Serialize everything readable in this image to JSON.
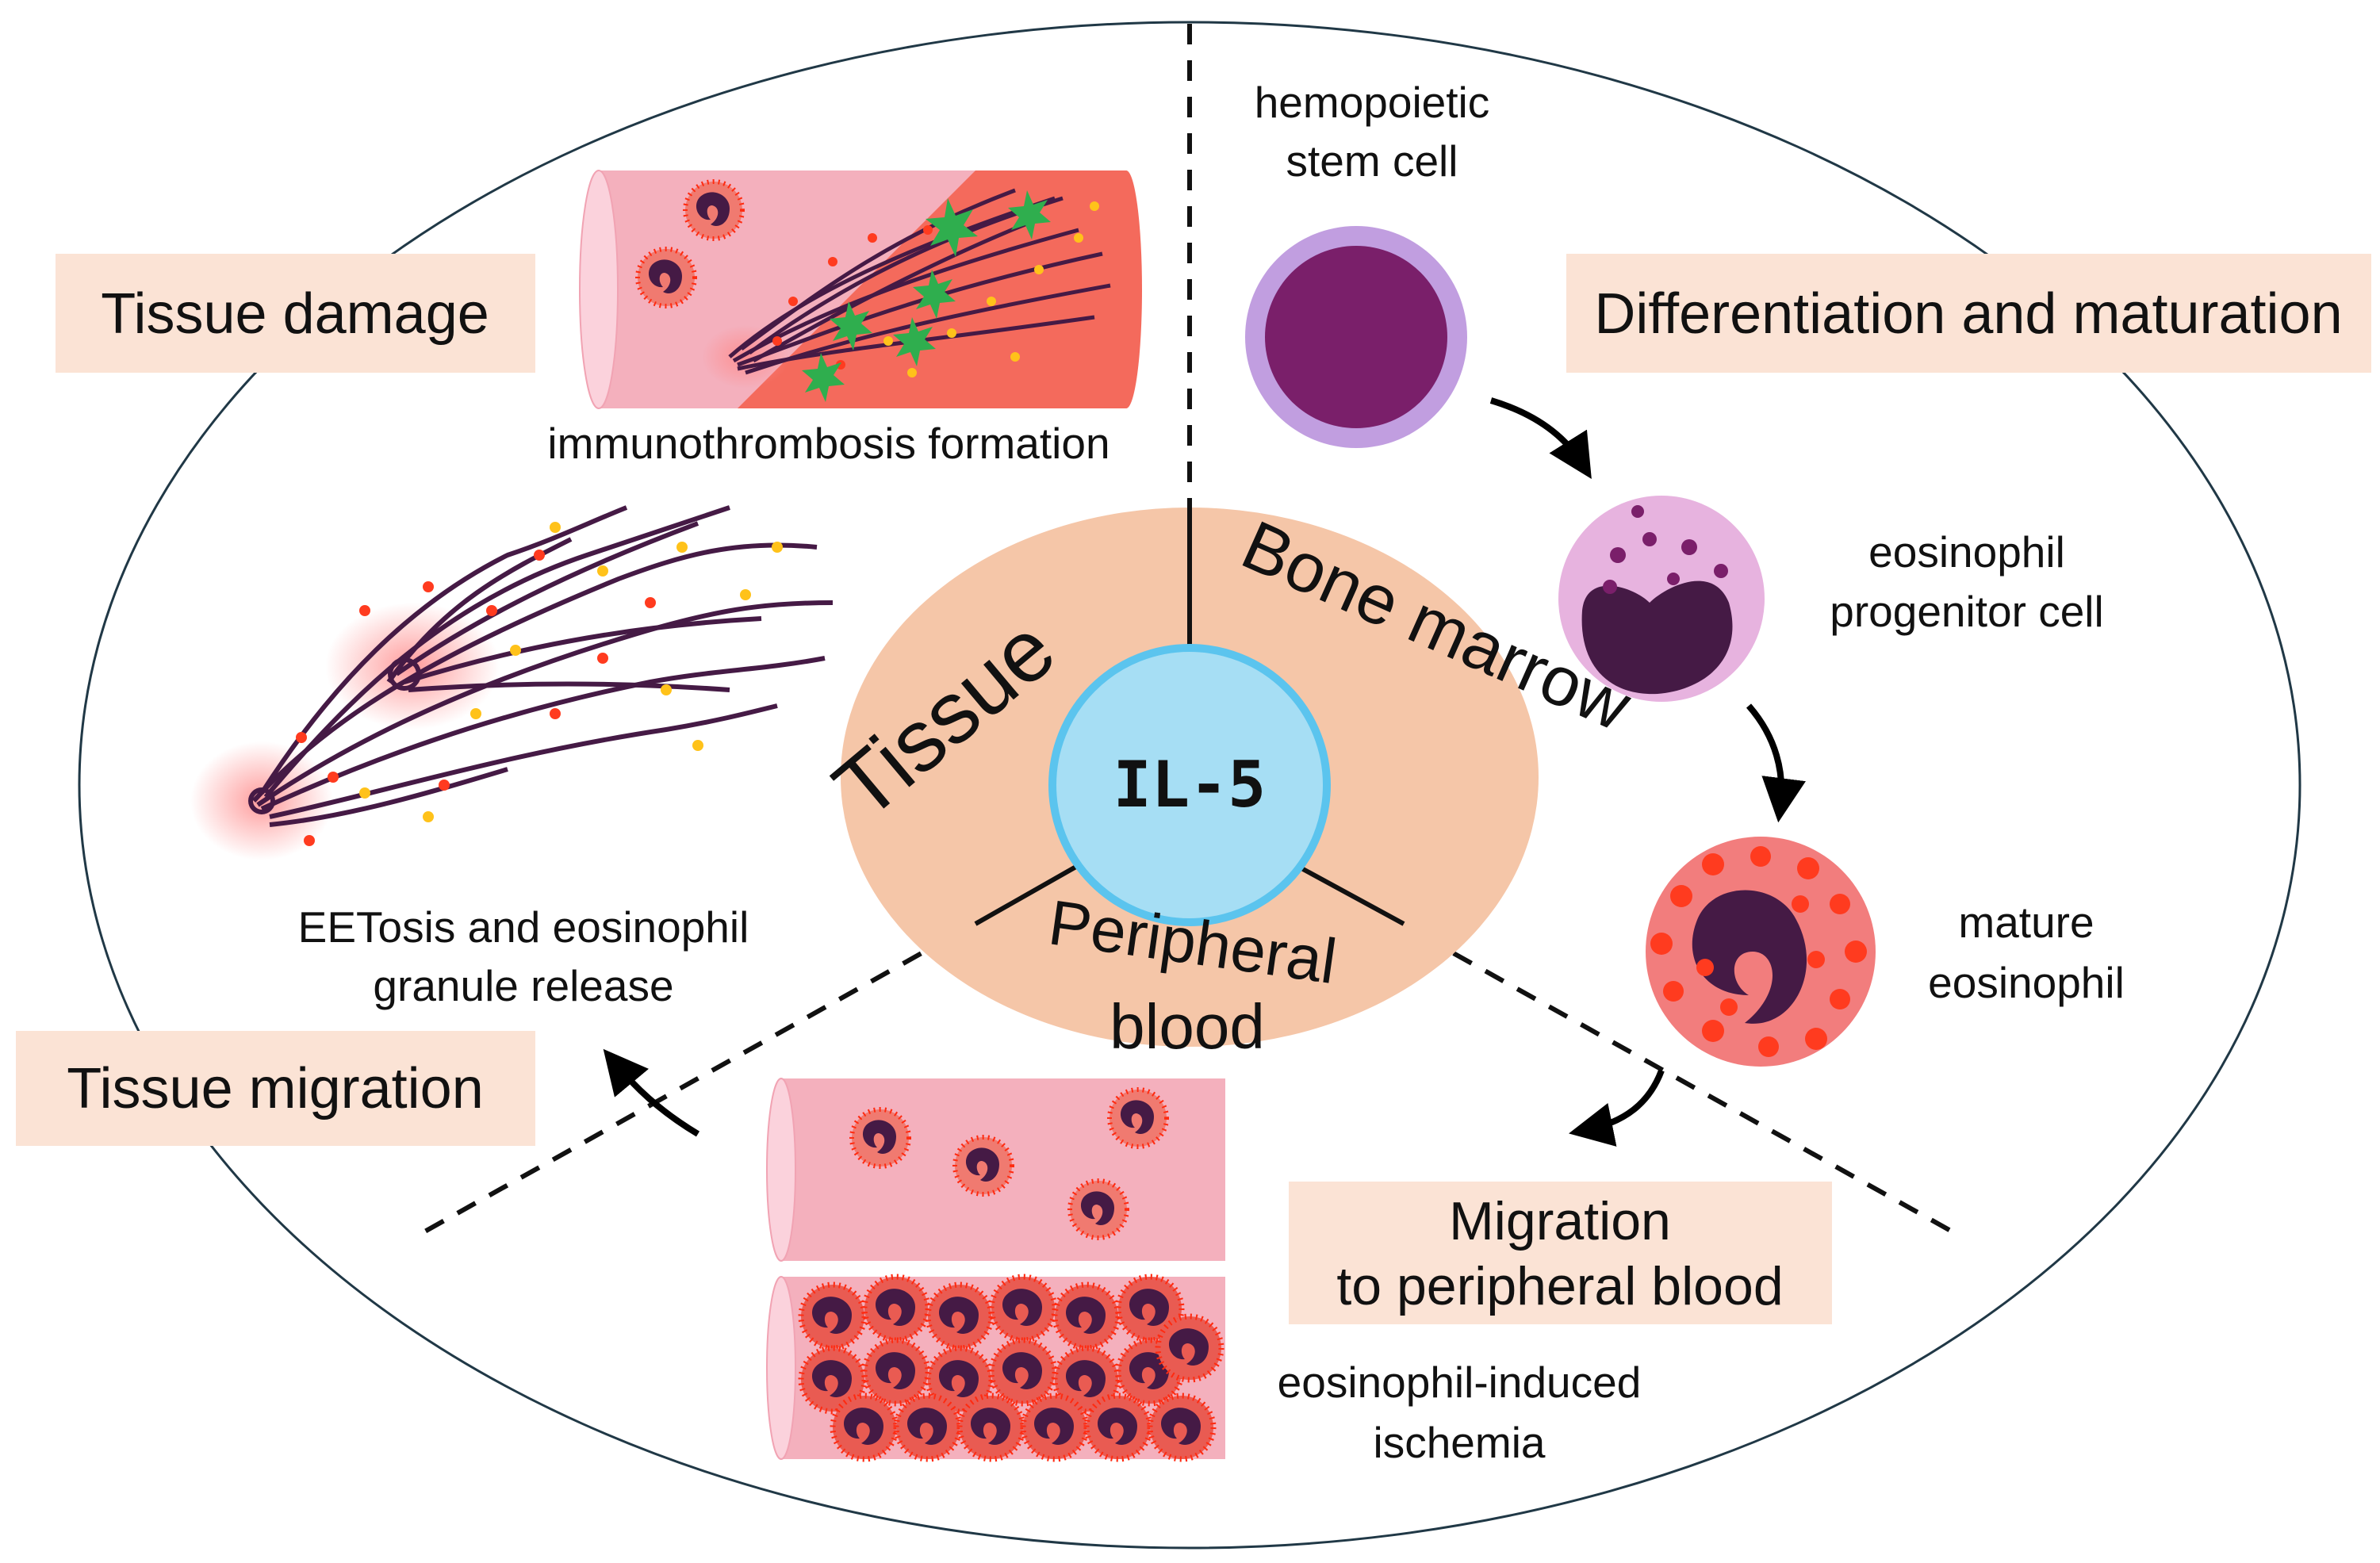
{
  "center": {
    "core_label": "IL-5",
    "sectors": {
      "tissue": "Tissue",
      "bone_marrow": "Bone marrow",
      "peripheral_line1": "Peripheral",
      "peripheral_line2": "blood"
    }
  },
  "boxes": {
    "tissue_damage": "Tissue damage",
    "differentiation": "Differentiation and maturation",
    "tissue_migration": "Tissue migration",
    "migration_blood_line1": "Migration",
    "migration_blood_line2": "to peripheral blood"
  },
  "captions": {
    "immunothrombosis": "immunothrombosis formation",
    "eetosis_line1": "EETosis and eosinophil",
    "eetosis_line2": "granule release",
    "hsc_line1": "hemopoietic",
    "hsc_line2": "stem cell",
    "progenitor_line1": "eosinophil",
    "progenitor_line2": "progenitor cell",
    "mature_line1": "mature",
    "mature_line2": "eosinophil",
    "ischemia_line1": "eosinophil-induced",
    "ischemia_line2": "ischemia"
  },
  "colors": {
    "box_fill": "#fbe3d5",
    "center_ring": "#f5c6a8",
    "core_fill": "#a6def4",
    "core_stroke": "#5bc4ee",
    "vessel_pink": "#f1a3b3",
    "vessel_red": "#f36c5e",
    "cell_dark": "#451a45",
    "hsc_outer": "#c19ee0",
    "hsc_inner": "#7a1f6a",
    "progenitor_outer": "#e7b3df",
    "mature_outer": "#f27d7d",
    "granule_red": "#ff3b1f",
    "granule_yellow": "#ffc21a",
    "star_green": "#2fae4e"
  }
}
